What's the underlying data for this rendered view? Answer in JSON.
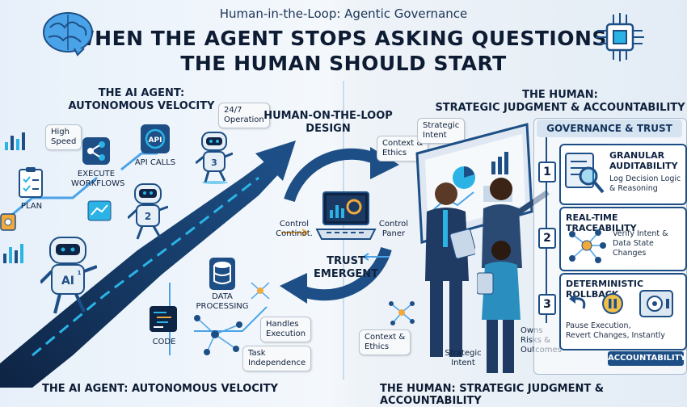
{
  "header": {
    "subtitle": "Human-in-the-Loop: Agentic Governance",
    "title_line1": "When the Agent Stops Asking Questions,",
    "title_line2": "The Human Should Start"
  },
  "left": {
    "section_title_line1": "THE AI AGENT:",
    "section_title_line2": "AUTONOMOUS VELOCITY",
    "labels": {
      "high_speed_1": "High",
      "high_speed_2": "Speed",
      "operation_1": "24/7",
      "operation_2": "Operation",
      "execute_1": "EXECUTE",
      "execute_2": "WORKFLOWS",
      "api_calls": "API CALLS",
      "plan": "PLAN",
      "data_1": "DATA",
      "data_2": "PROCESSING",
      "code": "CODE",
      "handles_1": "Handles",
      "handles_2": "Execution",
      "task_1": "Task",
      "task_2": "Independence",
      "api_icon_text": "API",
      "robot_1": "1",
      "robot_2": "2",
      "robot_3": "3",
      "robot_ai": "AI"
    },
    "footer": "THE AI AGENT: AUTONOMOUS VELOCITY"
  },
  "center": {
    "title_line1": "HUMAN-ON-THE-LOOP",
    "title_line2": "DESIGN",
    "context_1": "Context &",
    "context_2": "Ethics",
    "control_left_1": "Control",
    "control_left_2": "Continot.",
    "control_right_1": "Control",
    "control_right_2": "Paner",
    "trust_1": "TRUST",
    "trust_2": "EMERGENT"
  },
  "right": {
    "section_title_line1": "THE HUMAN:",
    "section_title_line2": "STRATEGIC JUDGMENT & ACCOUNTABILITY",
    "strategic_1": "Strategic",
    "strategic_2": "Intent",
    "context_1": "Context &",
    "context_2": "Ethics",
    "strategic_bottom_1": "Strategic",
    "strategic_bottom_2": "Intent",
    "owns_1": "Owns",
    "owns_2": "Risks &",
    "owns_3": "Outcomes",
    "governance_title": "GOVERNANCE & TRUST",
    "cards": [
      {
        "num": "1",
        "title_1": "GRANULAR",
        "title_2": "AUDITABILITY",
        "desc_1": "Log Decision Logic",
        "desc_2": "& Reasoning"
      },
      {
        "num": "2",
        "title_1": "REAL-TIME TRACEABILITY",
        "desc_1": "Verify Intent &",
        "desc_2": "Data State",
        "desc_3": "Changes"
      },
      {
        "num": "3",
        "title_1": "DETERMINISTIC ROLLBACK",
        "desc_1": "Pause Execution,",
        "desc_2": "Revert Changes, Instantly"
      }
    ],
    "accountability": "ACCOUNTABILITY",
    "footer": "THE HUMAN: STRATEGIC JUDGMENT & ACCOUNTABILITY"
  },
  "colors": {
    "navy": "#1d4f86",
    "accent_cyan": "#2bb3e6",
    "ink": "#0d1b33"
  }
}
